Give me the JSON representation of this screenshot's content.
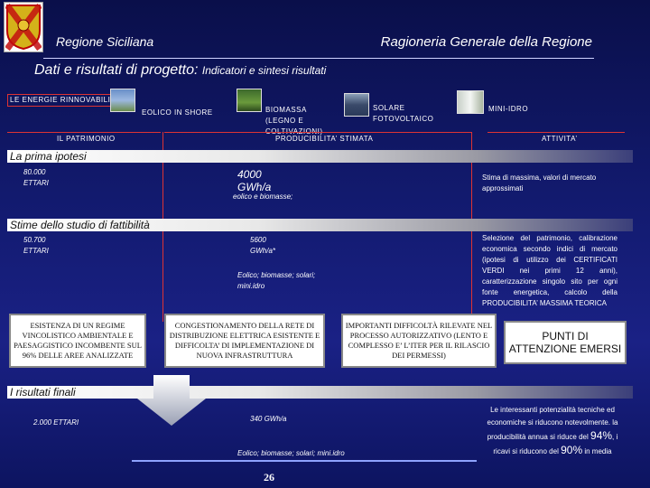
{
  "header": {
    "left_title": "Regione Siciliana",
    "right_title": "Ragioneria Generale della Regione",
    "subtitle_main": "Dati e risultati di progetto:",
    "subtitle_small": "Indicatori e sintesi risultati"
  },
  "categories": {
    "renewable": "LE ENERGIE RINNOVABILI",
    "eolico": "EOLICO IN SHORE",
    "biomassa": "BIOMASSA (LEGNO E COLTIVAZIONI)",
    "solare": "SOLARE FOTOVOLTAICO",
    "mini_idro": "MINI-IDRO",
    "patrimonio": "IL PATRIMONIO",
    "producibilita": "PRODUCIBILITA’ STIMATA",
    "attivita": "ATTIVITA’"
  },
  "section1": {
    "banner": "La prima ipotesi",
    "area": "80.000 ETTARI",
    "energy_value": "4000",
    "energy_unit": "GWh/a",
    "sources": "eolico e biomasse;",
    "note": "Stima di massima, valori di mercato approssimati"
  },
  "section2": {
    "banner": "Stime dello studio di fattibilità",
    "area": "50.700 ETTARI",
    "energy": "5600 GWh/a*",
    "sources": "Eolico; biomasse; solari; mini.idro",
    "note": "Selezione del patrimonio, calibrazione economica secondo indici di mercato (ipotesi di utilizzo dei CERTIFICATI VERDI nei primi 12 anni), caratterizzazione singolo sito per ogni fonte energetica, calcolo della PRODUCIBILITA’ MASSIMA TEORICA"
  },
  "issues": {
    "box1": "ESISTENZA DI UN REGIME VINCOLISTICO AMBIENTALE E PAESAGGISTICO INCOMBENTE SUL 96% DELLE AREE ANALIZZATE",
    "box2": "CONGESTIONAMENTO DELLA RETE DI DISTRIBUZIONE ELETTRICA ESISTENTE E DIFFICOLTA’ DI IMPLEMENTAZIONE DI NUOVA INFRASTRUTTURA",
    "box3": "IMPORTANTI DIFFICOLTÀ RILEVATE NEL PROCESSO AUTORIZZATIVO (LENTO E COMPLESSO E’ L’ITER PER IL RILASCIO DEI PERMESSI)",
    "box4": "PUNTI DI ATTENZIONE EMERSI"
  },
  "section3": {
    "banner": "I risultati finali",
    "area": "2.000 ETTARI",
    "energy": "340 GWh/a",
    "sources": "Eolico; biomasse; solari; mini.idro",
    "note_part1": "Le interessanti potenzialità tecniche ed economiche si riducono notevolmente. la producibilità annua si riduce del",
    "pct1": "94%",
    "note_part2": ", i ricavi si riducono del",
    "pct2": "90%",
    "note_part3": "in media"
  },
  "page_number": "26"
}
